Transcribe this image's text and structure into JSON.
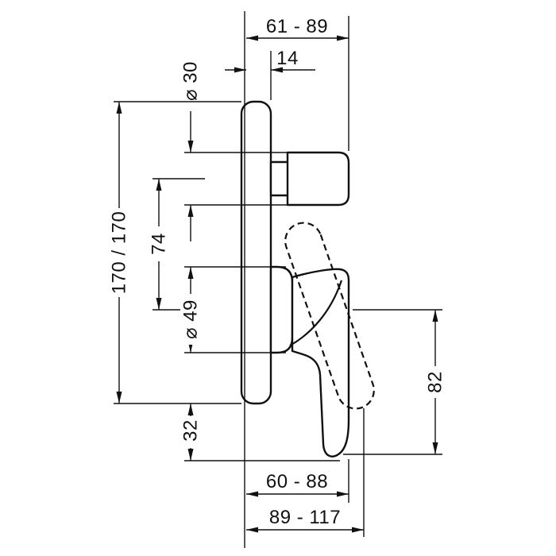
{
  "drawing": {
    "background": "#ffffff",
    "ink": "#111111",
    "labels": {
      "projection_knob": "61 - 89",
      "plate_thickness": "14",
      "knob_diameter": "⌀ 30",
      "plate_height": "170 / 170",
      "handle_spacing": "74",
      "lever_base_diameter": "⌀ 49",
      "lever_drop": "32",
      "lever_length": "82",
      "projection_body": "60 - 88",
      "projection_total": "89 - 117"
    }
  }
}
